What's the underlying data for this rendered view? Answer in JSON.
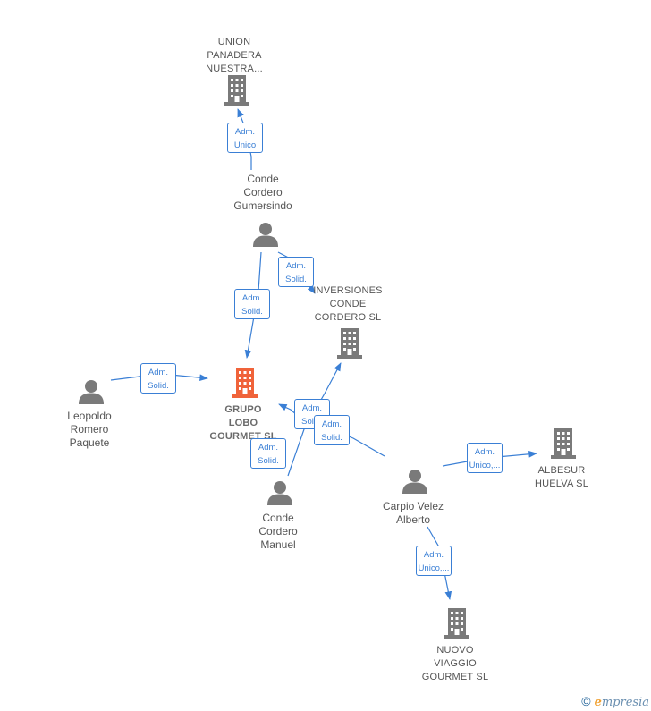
{
  "nodes": {
    "union_panadera": {
      "label": "UNION\nPANADERA\nNUESTRA...",
      "type": "company"
    },
    "conde_gumersindo": {
      "label": "Conde\nCordero\nGumersindo",
      "type": "person"
    },
    "inversiones_conde": {
      "label": "INVERSIONES\nCONDE\nCORDERO SL",
      "type": "company"
    },
    "grupo_lobo": {
      "label": "GRUPO\nLOBO\nGOURMET SL",
      "type": "company-main"
    },
    "leopoldo": {
      "label": "Leopoldo\nRomero\nPaquete",
      "type": "person"
    },
    "conde_manuel": {
      "label": "Conde\nCordero\nManuel",
      "type": "person"
    },
    "carpio_velez": {
      "label": "Carpio Velez\nAlberto",
      "type": "person"
    },
    "albesur": {
      "label": "ALBESUR\nHUELVA SL",
      "type": "company"
    },
    "nuovo_viaggio": {
      "label": "NUOVO\nVIAGGIO\nGOURMET SL",
      "type": "company"
    }
  },
  "edges": [
    {
      "from": "conde_gumersindo",
      "to": "union_panadera",
      "label": "Adm.\nUnico"
    },
    {
      "from": "conde_gumersindo",
      "to": "inversiones_conde",
      "label": "Adm.\nSolid."
    },
    {
      "from": "conde_gumersindo",
      "to": "grupo_lobo",
      "label": "Adm.\nSolid."
    },
    {
      "from": "leopoldo",
      "to": "grupo_lobo",
      "label": "Adm.\nSolid."
    },
    {
      "from": "conde_manuel",
      "to": "inversiones_conde",
      "label": "Adm.\nSolid."
    },
    {
      "from": "conde_manuel",
      "to": "grupo_lobo",
      "label": "Adm.\nSolid."
    },
    {
      "from": "carpio_velez",
      "to": "grupo_lobo",
      "label": "Adm.\nSolid."
    },
    {
      "from": "carpio_velez",
      "to": "albesur",
      "label": "Adm.\nUnico,..."
    },
    {
      "from": "carpio_velez",
      "to": "nuovo_viaggio",
      "label": "Adm.\nUnico,..."
    }
  ],
  "colors": {
    "edge": "#3a7fd5",
    "icon": "#7a7a7a",
    "main_icon": "#f0633a"
  },
  "footer": {
    "copyright": "©",
    "brand_initial": "e",
    "brand_rest": "mpresia"
  }
}
